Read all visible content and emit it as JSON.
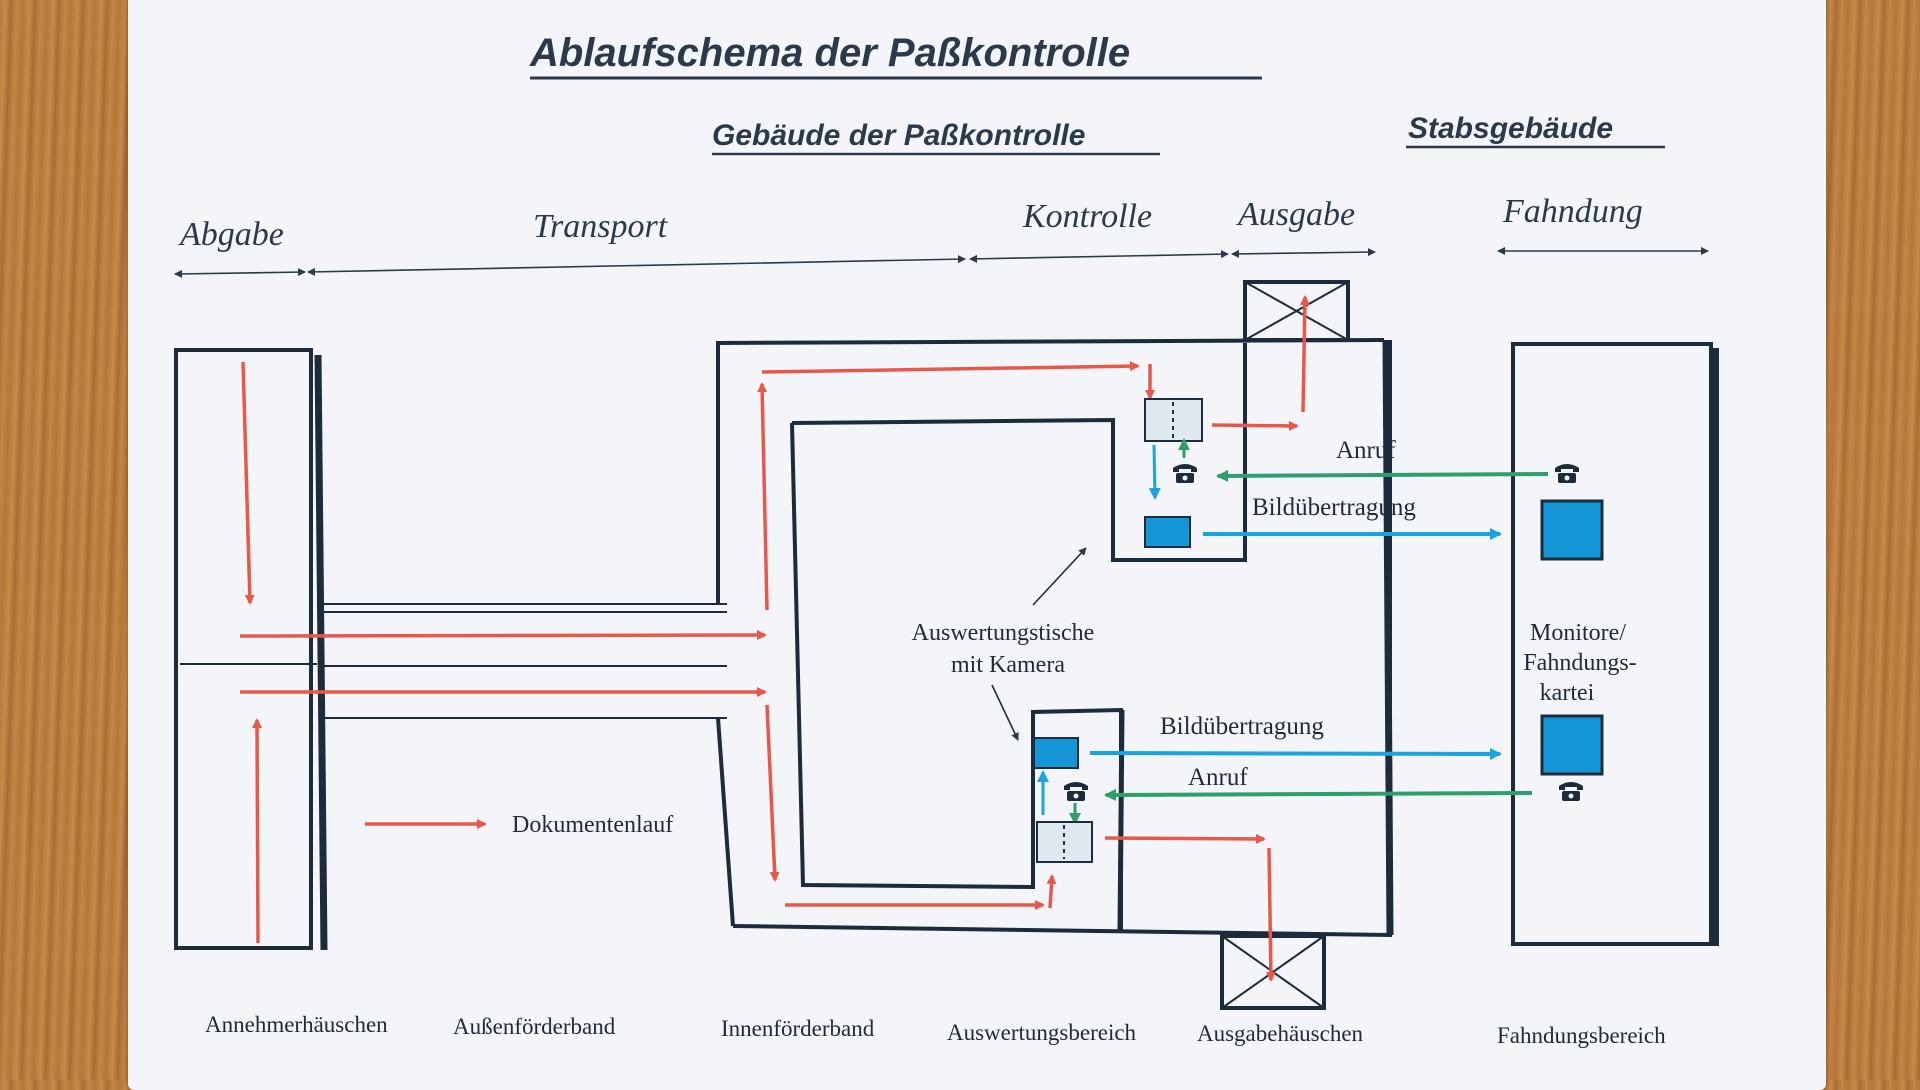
{
  "title": "Ablaufschema der Paßkontrolle",
  "buildings": {
    "passkontrolle": "Gebäude der Paßkontrolle",
    "stab": "Stabsgebäude"
  },
  "phases": {
    "abgabe": "Abgabe",
    "transport": "Transport",
    "kontrolle": "Kontrolle",
    "ausgabe": "Ausgabe",
    "fahndung": "Fahndung"
  },
  "labels": {
    "anruf": "Anruf",
    "bild": "Bildübertragung",
    "tische_1": "Auswertungstische",
    "tische_2": "mit Kamera",
    "monitore_1": "Monitore/",
    "monitore_2": "Fahndungs-",
    "monitore_3": "kartei",
    "legend": "Dokumentenlauf"
  },
  "areas": {
    "annehmer": "Annehmerhäuschen",
    "aussen": "Außenförderband",
    "innen": "Innenförderband",
    "auswertung": "Auswertungsbereich",
    "ausgabe": "Ausgabehäuschen",
    "fahndung": "Fahndungsbereich"
  },
  "colors": {
    "document_flow": "#e8574a",
    "image_transfer": "#1aa3e0",
    "call": "#2e9e6c",
    "outline": "#1c2c3c",
    "monitor": "#1496d6"
  },
  "icons": {
    "phone": "phone-icon",
    "monitor": "monitor-icon",
    "camera_desk": "camera-desk-icon"
  }
}
